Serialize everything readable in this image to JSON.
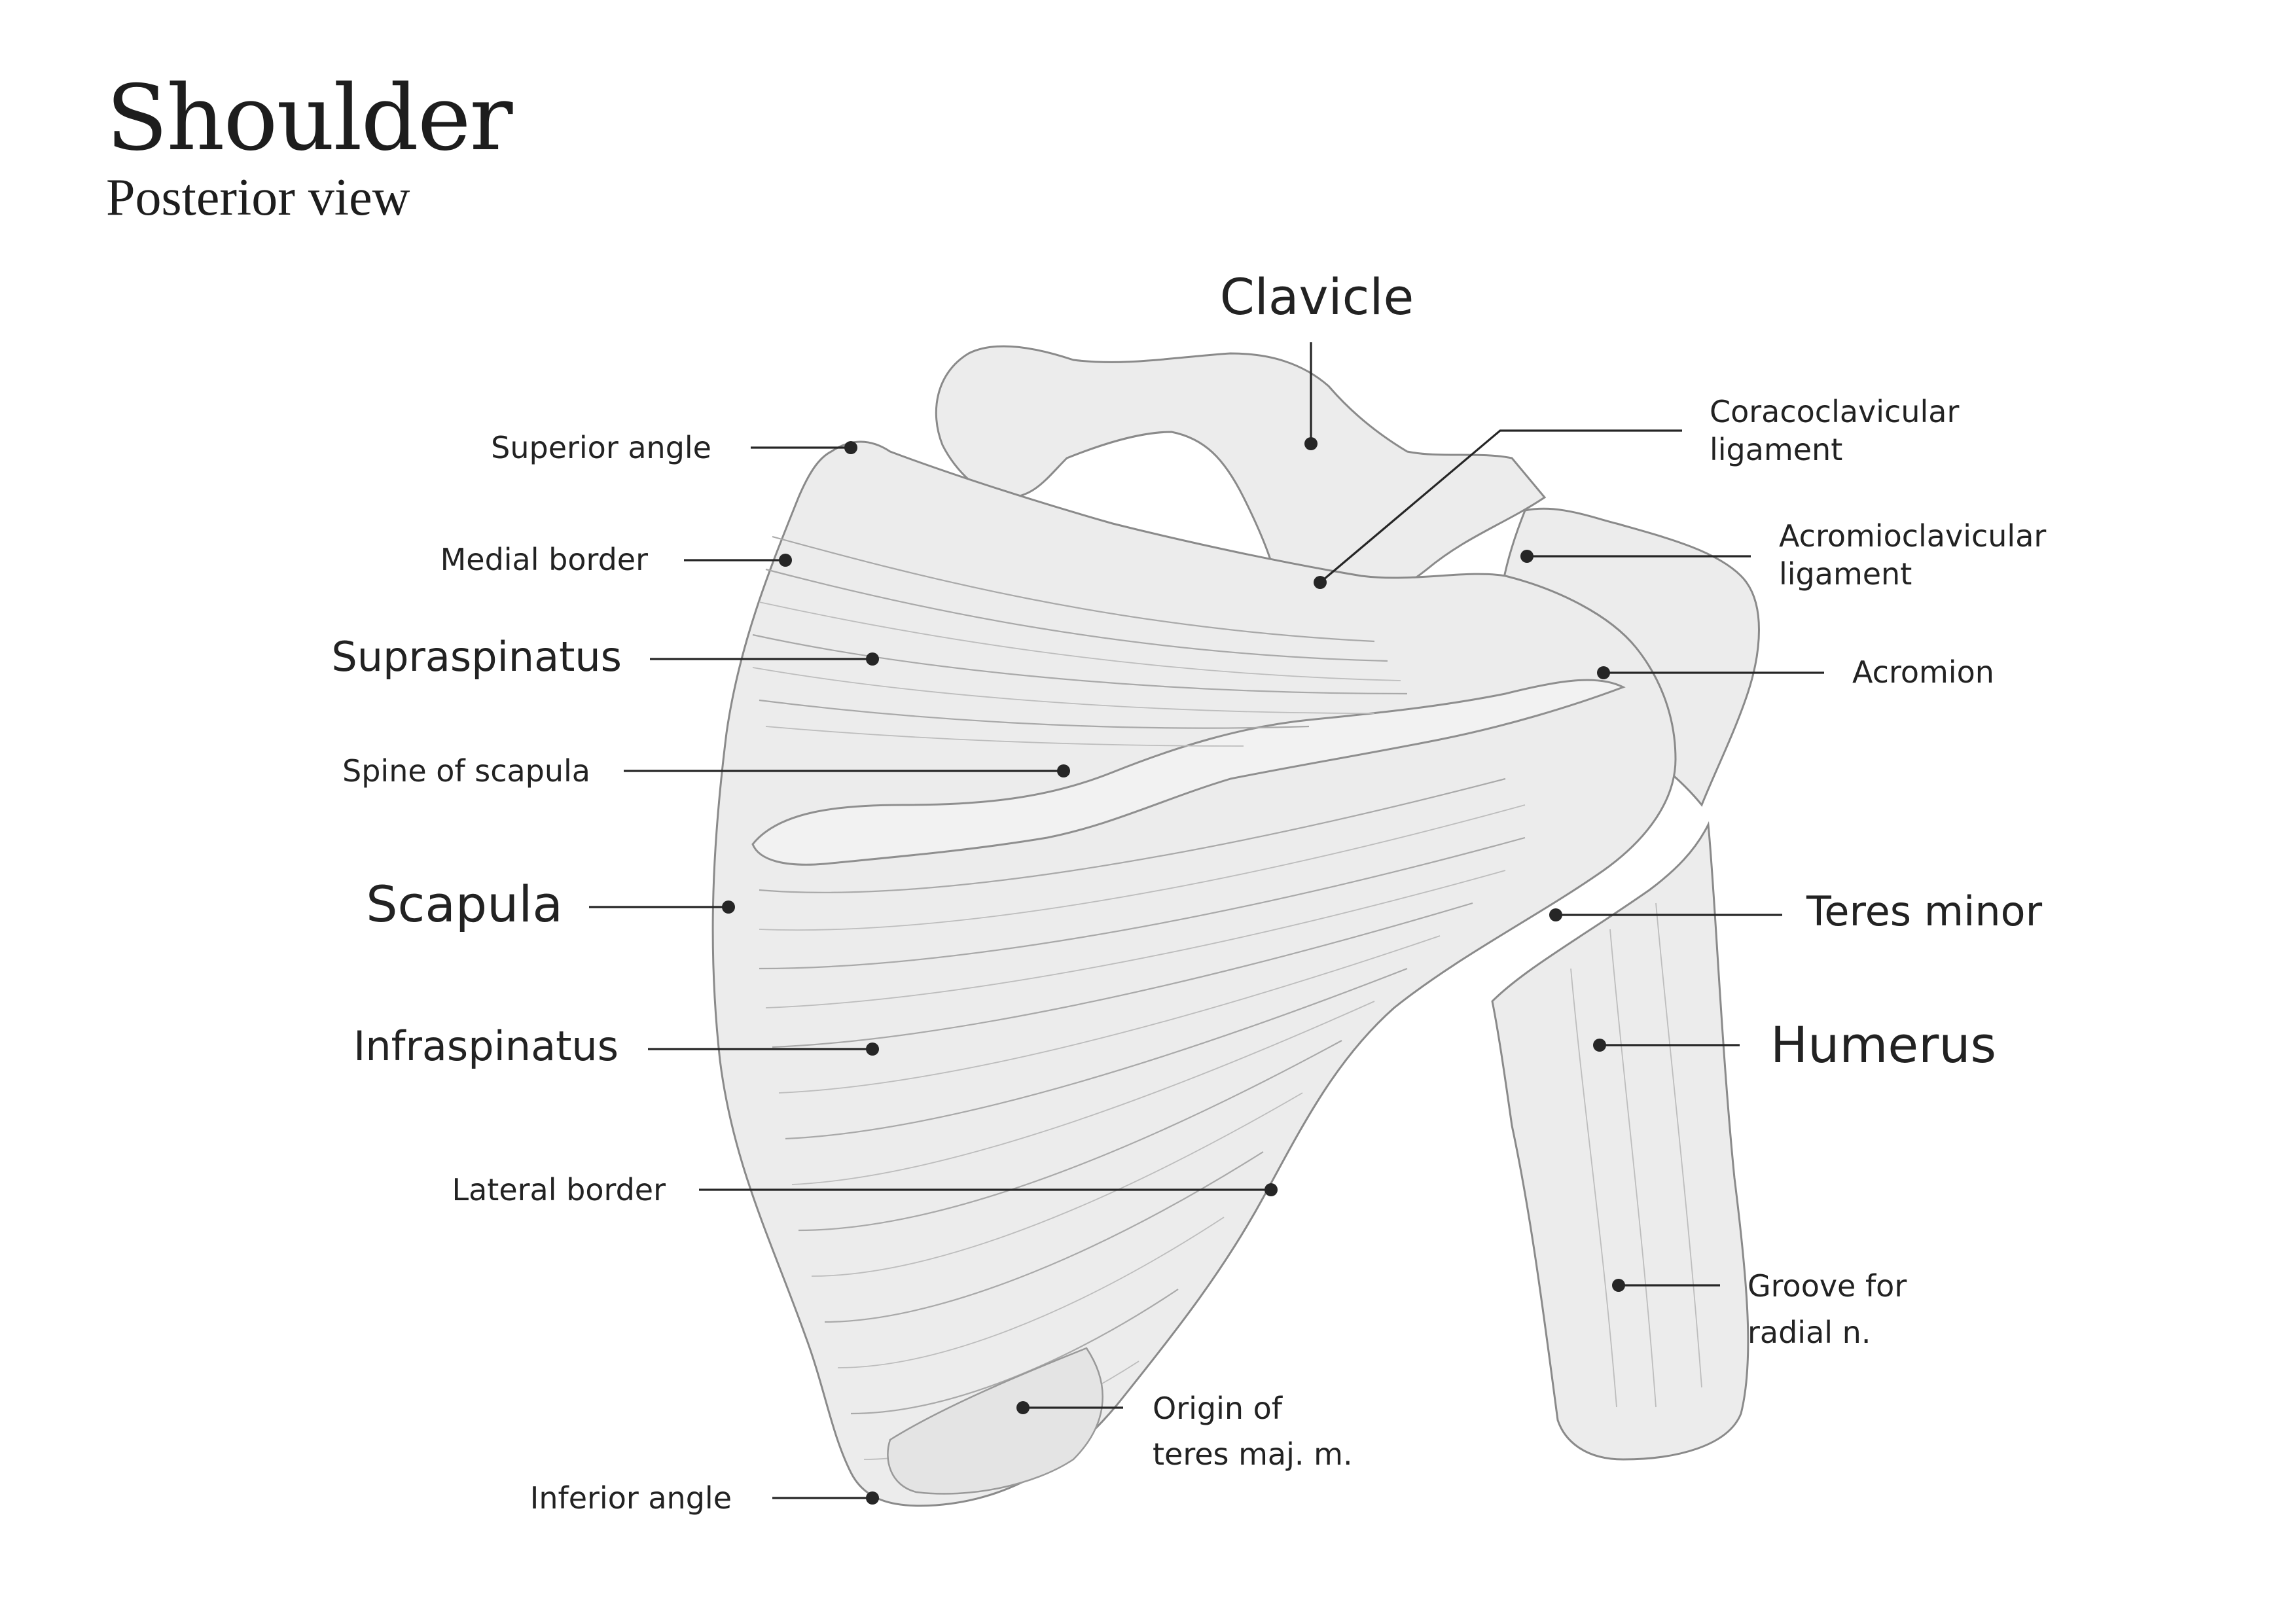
{
  "header": {
    "title": "Shoulder",
    "subtitle": "Posterior view"
  },
  "labels": {
    "clavicle": "Clavicle",
    "coracoclavicular_ligament": [
      "Coracoclavicular",
      "ligament"
    ],
    "acromioclavicular_ligament": [
      "Acromioclavicular",
      "ligament"
    ],
    "acromion": "Acromion",
    "teres_minor": "Teres minor",
    "humerus": "Humerus",
    "groove_for_radial_n": [
      "Groove for",
      "radial n."
    ],
    "origin_of_teres_maj": [
      "Origin of",
      "teres maj. m."
    ],
    "inferior_angle": "Inferior angle",
    "lateral_border": "Lateral border",
    "infraspinatus": "Infraspinatus",
    "scapula": "Scapula",
    "spine_of_scapula": "Spine of scapula",
    "supraspinatus": "Supraspinatus",
    "medial_border": "Medial border",
    "superior_angle": "Superior angle"
  },
  "colors": {
    "ink": "#222222",
    "bone_fill": "#ececec",
    "line": "#262626"
  }
}
